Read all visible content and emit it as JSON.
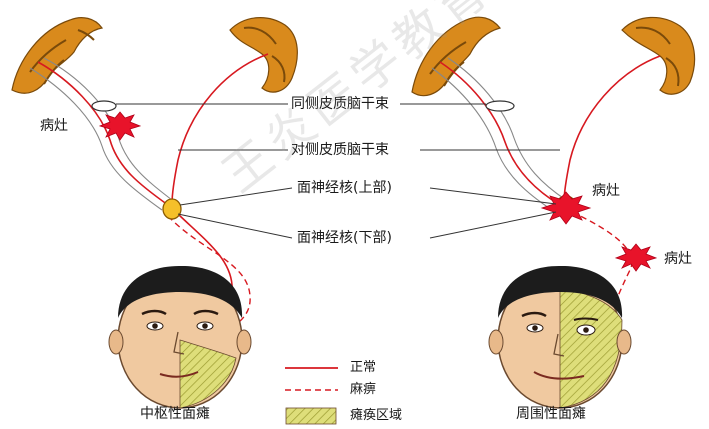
{
  "labels": {
    "ipsilateral": "同侧皮质脑干束",
    "contralateral": "对侧皮质脑干束",
    "nucleus_upper": "面神经核(上部)",
    "nucleus_lower": "面神经核(下部)",
    "lesion_left": "病灶",
    "lesion_right_upper": "病灶",
    "lesion_right_lower": "病灶",
    "central_caption": "中枢性面瘫",
    "peripheral_caption": "周围性面瘫"
  },
  "legend": {
    "normal": "正常",
    "paralysis": "麻痹",
    "paralysis_area": "瘫痪区域"
  },
  "watermark": "王炎医学教育",
  "colors": {
    "nerve_red": "#d71920",
    "brain_orange": "#d98a1c",
    "skin": "#f0c9a0",
    "hatch": "#d6d66a"
  }
}
